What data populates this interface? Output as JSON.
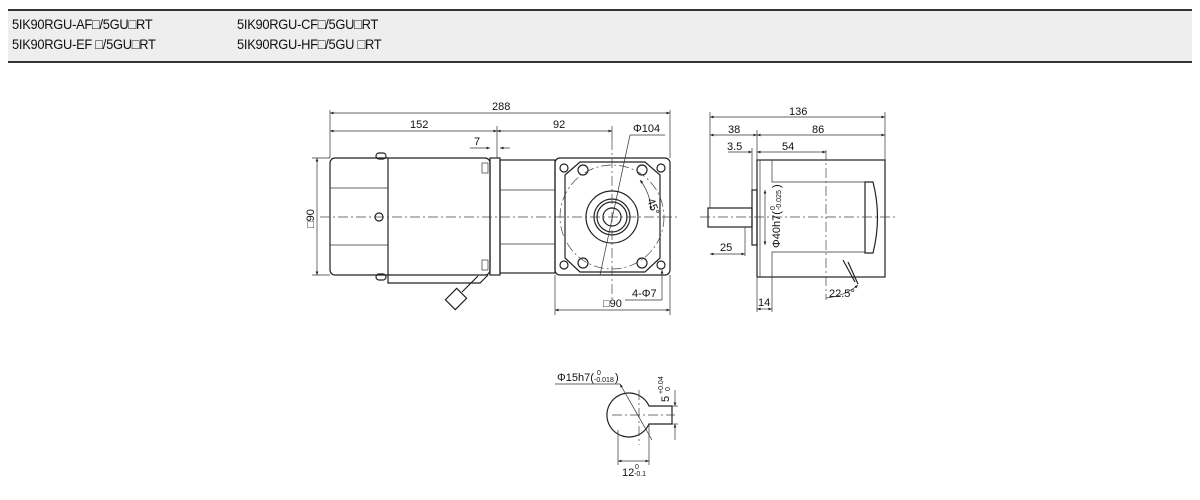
{
  "header": {
    "models": [
      "5IK90RGU-AF□/5GU□RT",
      "5IK90RGU-EF □/5GU□RT",
      "5IK90RGU-CF□/5GU□RT",
      "5IK90RGU-HF□/5GU □RT"
    ]
  },
  "front_view": {
    "overall": "288",
    "motor_length": "152",
    "flange": "7",
    "gear_length": "92",
    "pcd": "Φ104",
    "angle": "45°",
    "holes": "4-Φ7",
    "square_bottom": "□90",
    "square_left": "□90"
  },
  "side_view": {
    "overall": "136",
    "shaft_total": "38",
    "body": "86",
    "step": "3.5",
    "center": "54",
    "shaft_len": "25",
    "pilot": "Φ40h7(",
    "pilot_tol": "-0.025",
    "pilot_tol_zero": "0",
    ")": ")",
    "close": ")",
    "flange_thk": "14",
    "cable_angle": "22.5°"
  },
  "shaft_detail": {
    "diameter": "Φ15h7(",
    "dia_tol_upper": "0",
    "dia_tol_lower": "-0.018",
    "close": ")",
    "key": "5",
    "key_tol": "+0.04",
    "key_tol0": "0",
    "flat": "12",
    "flat_tol0": "0",
    "flat_tol": "-0.1"
  }
}
